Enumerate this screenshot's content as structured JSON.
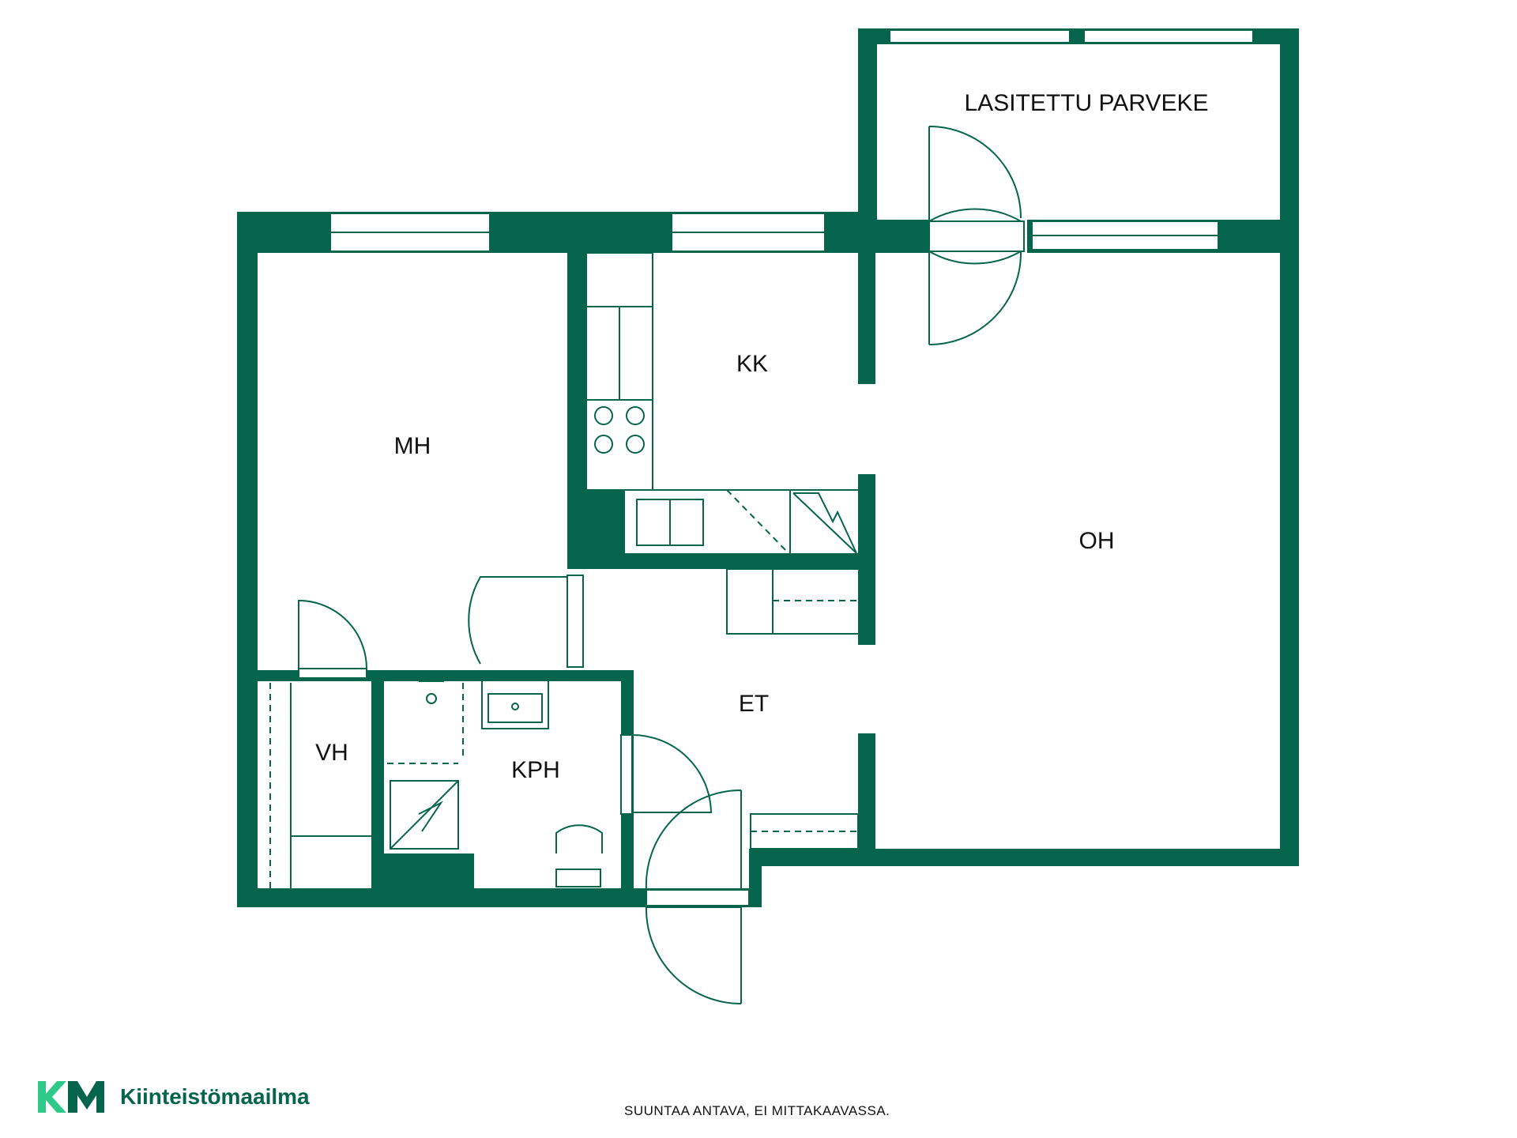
{
  "rooms": {
    "balcony": "LASITETTU PARVEKE",
    "kitchen": "KK",
    "bedroom": "MH",
    "living": "OH",
    "hall": "ET",
    "closet": "VH",
    "bathroom": "KPH"
  },
  "footer": {
    "note": "SUUNTAA ANTAVA, EI MITTAKAAVASSA.",
    "brand_name": "Kiinteistömaailma",
    "brand_mark": "KM"
  },
  "colors": {
    "wall": "#05644c",
    "accent_light": "#2fc98a",
    "background": "#ffffff"
  }
}
